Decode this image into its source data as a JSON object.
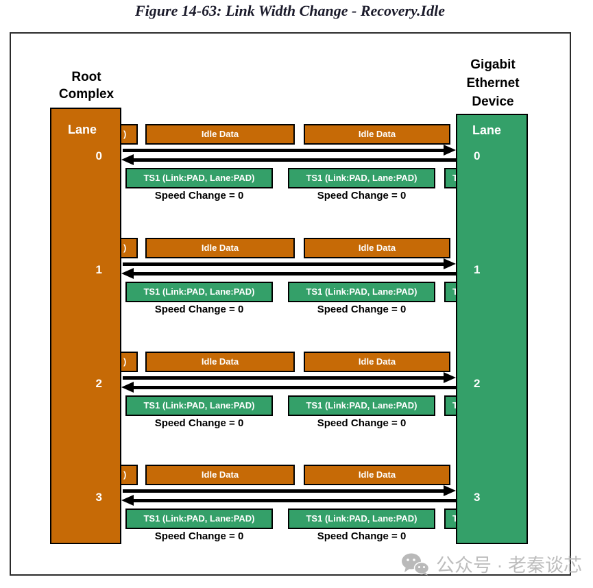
{
  "title": "Figure 14-63: Link Width Change - Recovery.Idle",
  "left_device": {
    "name_lines": [
      "Root",
      "Complex"
    ],
    "lane_label": "Lane"
  },
  "right_device": {
    "name_lines": [
      "Gigabit",
      "Ethernet",
      "Device"
    ],
    "lane_label": "Lane"
  },
  "lanes": [
    {
      "number": "0",
      "left_fragment": ")",
      "idle_labels": [
        "Idle Data",
        "Idle Data"
      ],
      "ts1_labels": [
        "TS1 (Link:PAD, Lane:PAD)",
        "TS1 (Link:PAD, Lane:PAD)"
      ],
      "right_fragment": "T",
      "speed_labels": [
        "Speed Change = 0",
        "Speed Change = 0"
      ]
    },
    {
      "number": "1",
      "left_fragment": ")",
      "idle_labels": [
        "Idle Data",
        "Idle Data"
      ],
      "ts1_labels": [
        "TS1 (Link:PAD, Lane:PAD)",
        "TS1 (Link:PAD, Lane:PAD)"
      ],
      "right_fragment": "T",
      "speed_labels": [
        "Speed Change = 0",
        "Speed Change = 0"
      ]
    },
    {
      "number": "2",
      "left_fragment": ")",
      "idle_labels": [
        "Idle Data",
        "Idle Data"
      ],
      "ts1_labels": [
        "TS1 (Link:PAD, Lane:PAD)",
        "TS1 (Link:PAD, Lane:PAD)"
      ],
      "right_fragment": "T",
      "speed_labels": [
        "Speed Change = 0",
        "Speed Change = 0"
      ]
    },
    {
      "number": "3",
      "left_fragment": ")",
      "idle_labels": [
        "Idle Data",
        "Idle Data"
      ],
      "ts1_labels": [
        "TS1 (Link:PAD, Lane:PAD)",
        "TS1 (Link:PAD, Lane:PAD)"
      ],
      "right_fragment": "T",
      "speed_labels": [
        "Speed Change = 0",
        "Speed Change = 0"
      ]
    }
  ],
  "colors": {
    "root_complex_orange": "#c66a06",
    "device_green": "#34a069",
    "box_border": "#000000",
    "frame_border": "#2a2a2a",
    "watermark_gray": "#bdbdbd"
  },
  "watermark": {
    "icon": "wechat-icon",
    "text": "公众号 · 老秦谈芯"
  }
}
